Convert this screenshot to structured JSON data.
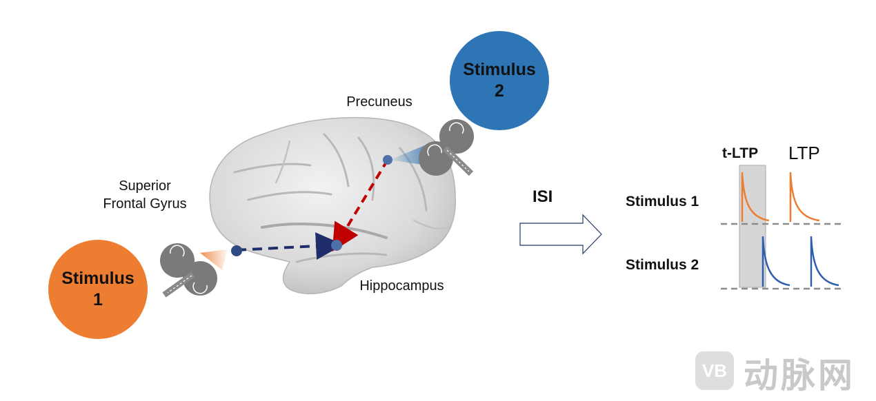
{
  "stimulus1": {
    "word": "Stimulus",
    "number": "1",
    "color": "#ED7D31"
  },
  "stimulus2": {
    "word": "Stimulus",
    "number": "2",
    "color": "#2E75B6"
  },
  "regions": {
    "precuneus": "Precuneus",
    "sfg_line1": "Superior",
    "sfg_line2": "Frontal Gyrus",
    "hippocampus": "Hippocampus"
  },
  "arrow_label": "ISI",
  "panel": {
    "col1": "t-LTP",
    "col2": "LTP",
    "row1": "Stimulus 1",
    "row2": "Stimulus 2"
  },
  "watermark": "动脉网",
  "colors": {
    "path_red": "#C00000",
    "path_navy": "#1F2E6B",
    "trace_orange": "#ED7D31",
    "trace_blue": "#2E5EB0"
  }
}
